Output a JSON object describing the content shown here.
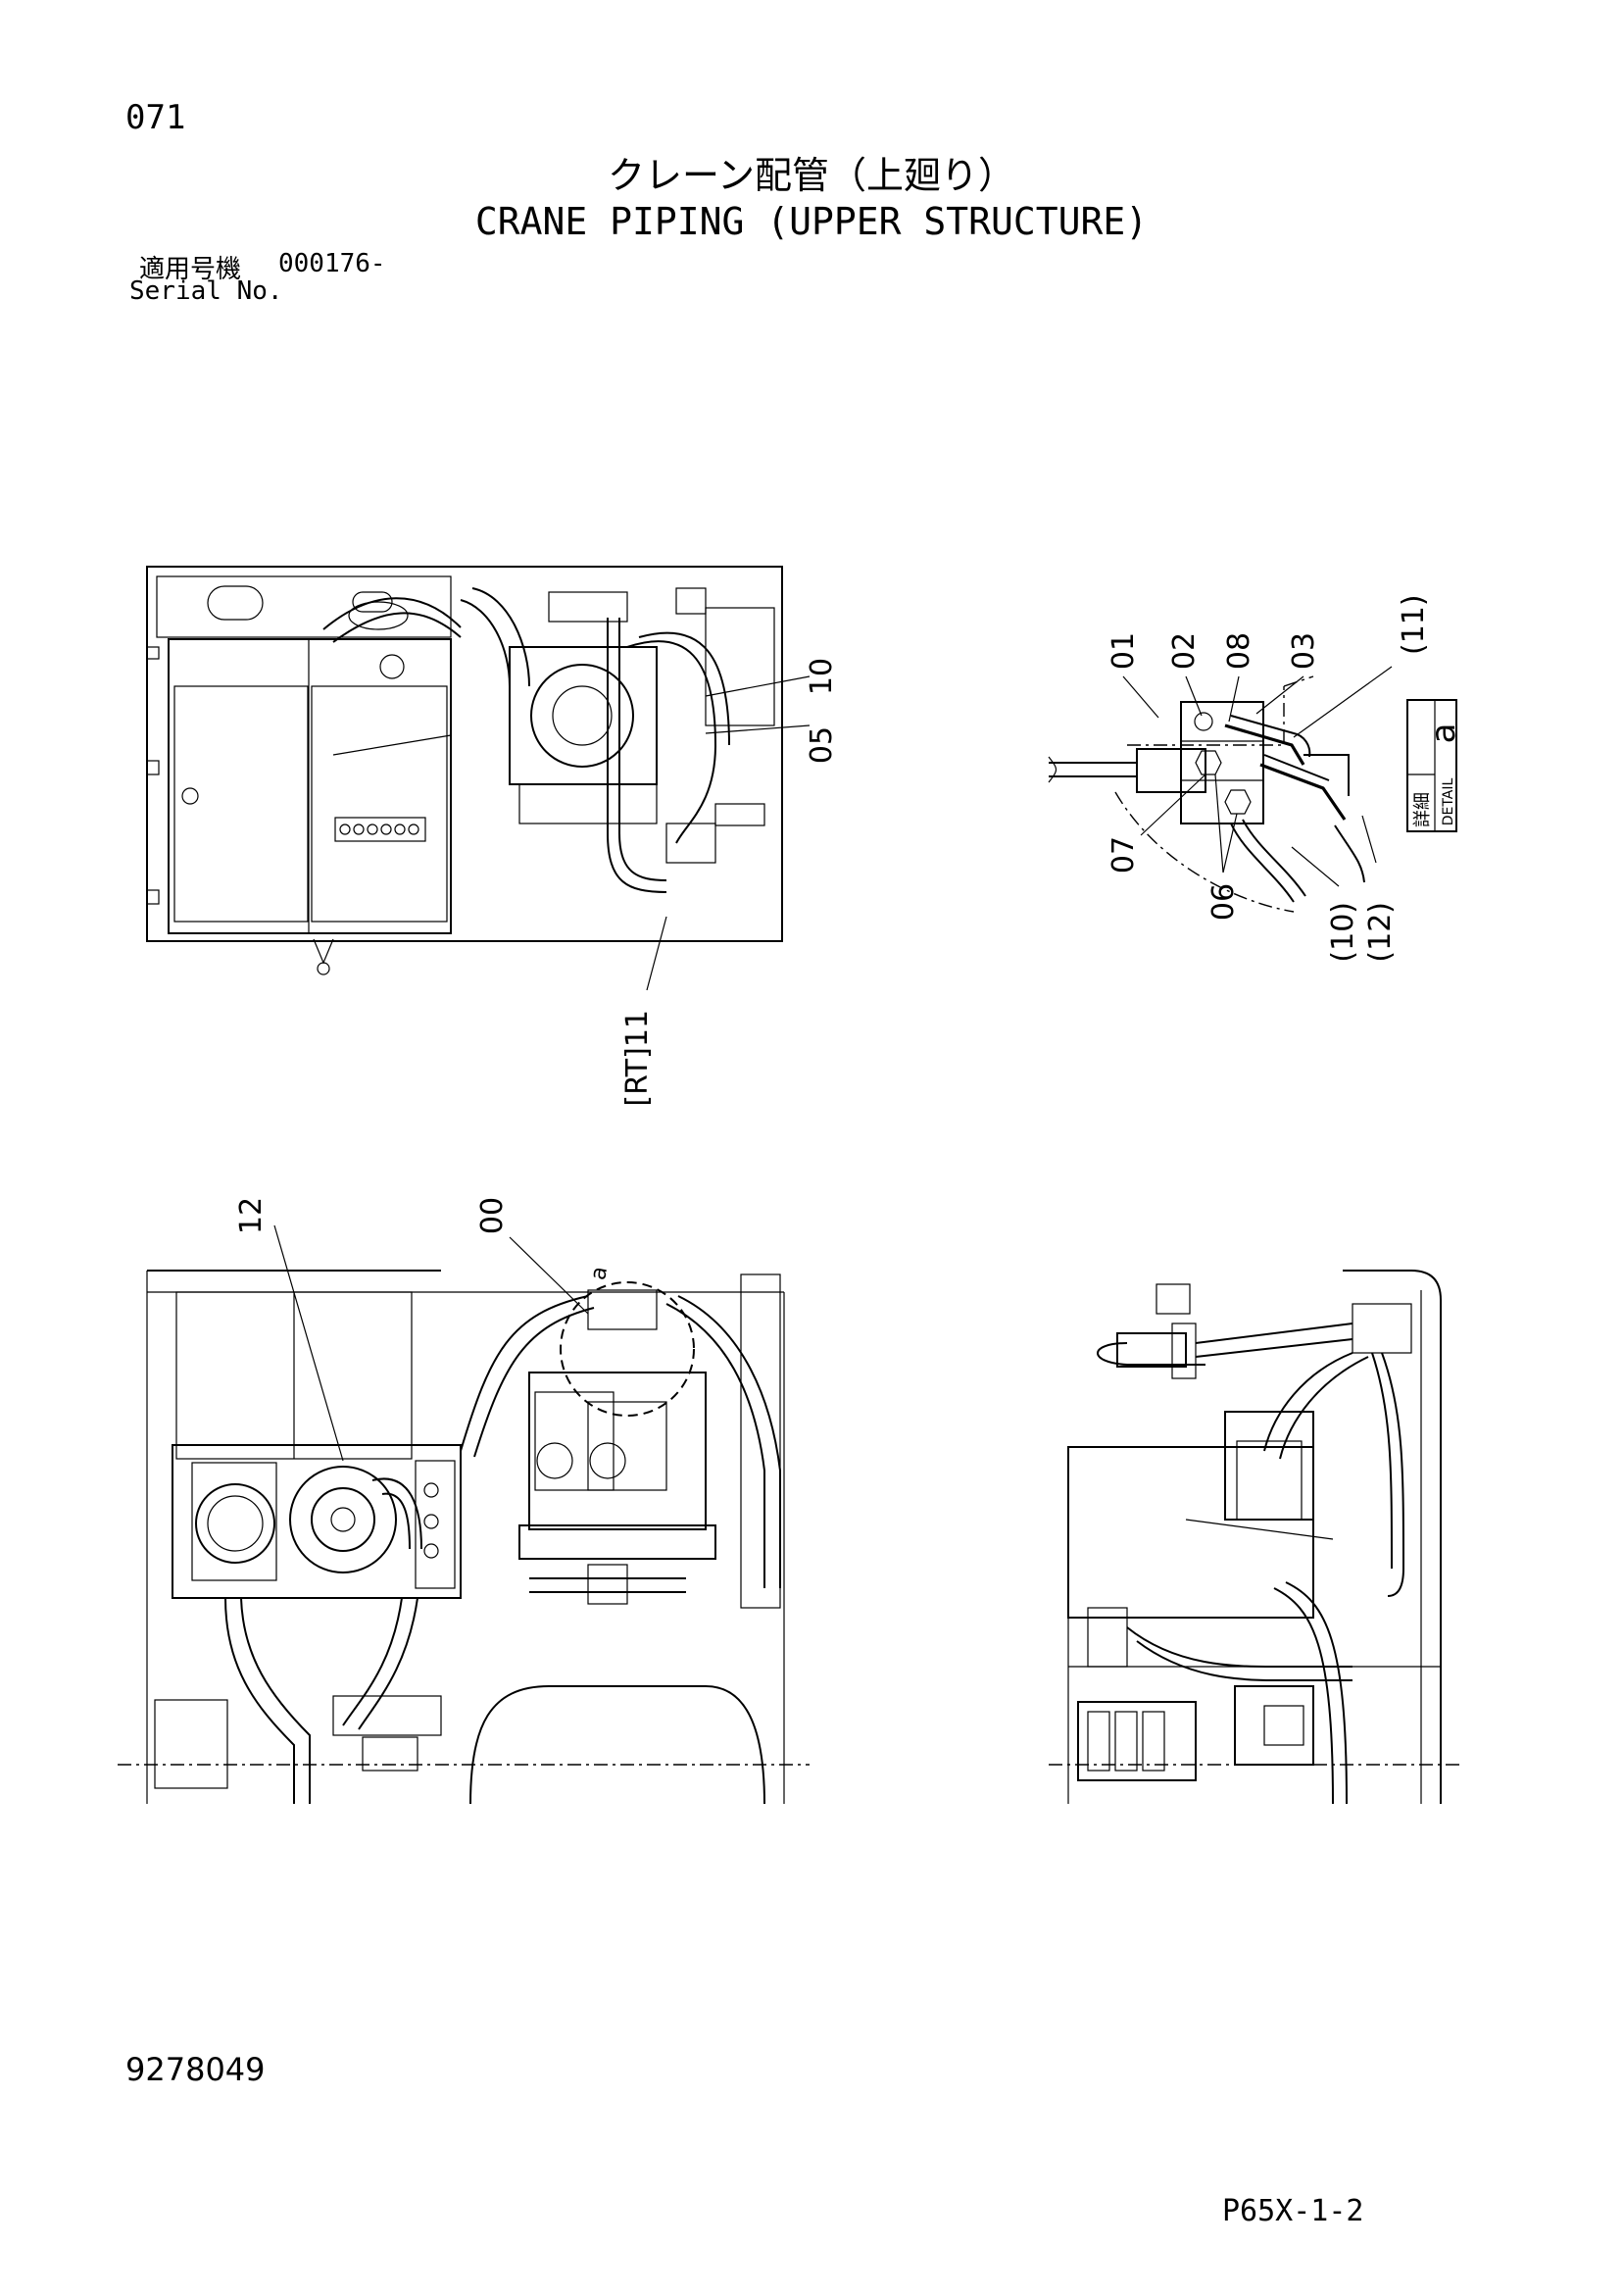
{
  "page": {
    "number": "071",
    "title_ja": "クレーン配管（上廻り）",
    "title_en": "CRANE PIPING (UPPER STRUCTURE)",
    "serial_label_ja": "適用号機",
    "serial_value": "000176-",
    "serial_label_en": "Serial No.",
    "drawing_number": "9278049",
    "sheet_code": "P65X-1-2"
  },
  "callouts": {
    "top_view": [
      "10",
      "05",
      "[RT]11"
    ],
    "detail_a": [
      "01",
      "02",
      "08",
      "03",
      "(11)",
      "07",
      "06",
      "(10)",
      "(12)"
    ],
    "front_view": [
      "12",
      "00",
      "a"
    ]
  },
  "detail_box": {
    "letter": "a",
    "label_ja": "詳細",
    "label_en": "DETAIL"
  }
}
